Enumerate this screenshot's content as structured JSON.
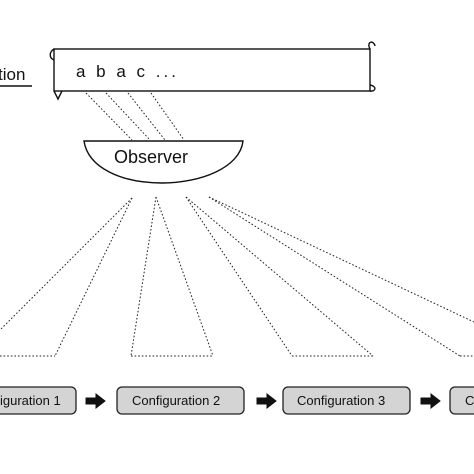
{
  "left_label": "tion",
  "tape": {
    "text": "a b a c ..."
  },
  "observer": {
    "label": "Observer"
  },
  "configurations": [
    {
      "label": "iguration 1"
    },
    {
      "label": "Configuration 2"
    },
    {
      "label": "Configuration 3"
    },
    {
      "label": "C"
    }
  ]
}
